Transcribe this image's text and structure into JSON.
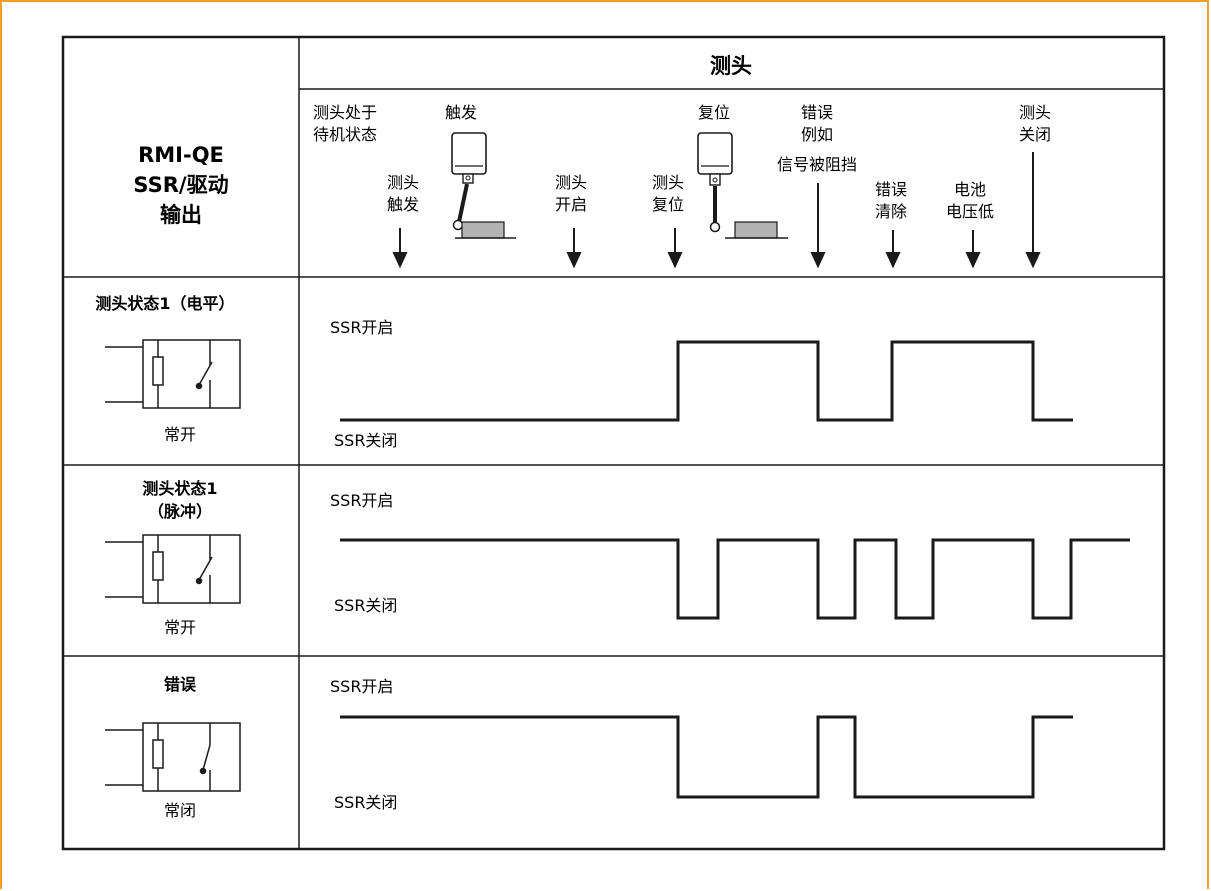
{
  "header": {
    "row_label": [
      "RMI-QE",
      "SSR/驱动",
      "输出"
    ],
    "column_title": "测头"
  },
  "events": {
    "standby": [
      "测头处于",
      "待机状态"
    ],
    "trigger_top": "触发",
    "probe_trigger": [
      "测头",
      "触发"
    ],
    "probe_on": [
      "测头",
      "开启"
    ],
    "reset_top": "复位",
    "probe_reset": [
      "测头",
      "复位"
    ],
    "error": [
      "错误",
      "例如",
      "信号被阻挡"
    ],
    "error_clear": [
      "错误",
      "清除"
    ],
    "battery_low": [
      "电池",
      "电压低"
    ],
    "probe_off": [
      "测头",
      "关闭"
    ]
  },
  "rows": [
    {
      "title_lines": [
        "测头状态1（电平）"
      ],
      "contact_label": "常开",
      "on_label": "SSR开启",
      "off_label": "SSR关闭"
    },
    {
      "title_lines": [
        "测头状态1",
        "（脉冲）"
      ],
      "contact_label": "常开",
      "on_label": "SSR开启",
      "off_label": "SSR关闭"
    },
    {
      "title_lines": [
        "错误"
      ],
      "contact_label": "常闭",
      "on_label": "SSR开启",
      "off_label": "SSR关闭"
    }
  ]
}
